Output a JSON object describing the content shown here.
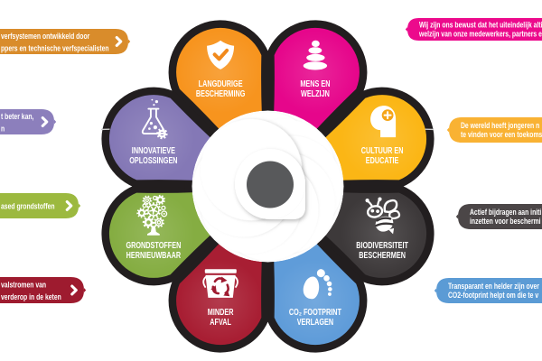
{
  "figure": {
    "type": "sustainability-flower-infographic",
    "background": "#ffffff",
    "outline_color": "#221e1f",
    "center": {
      "dot_color": "#58595b",
      "disc_color": "#ffffff"
    }
  },
  "petals": [
    {
      "id": "langdurige-bescherming",
      "label_line1": "LANGDURIGE",
      "label_line2": "BESCHERMING",
      "icon": "shield-check-icon",
      "color": "#f7941e",
      "color_dark": "#e05a0e"
    },
    {
      "id": "mens-en-welzijn",
      "label_line1": "MENS EN",
      "label_line2": "WELZIJN",
      "icon": "stacked-stones-icon",
      "color": "#e6068b",
      "color_dark": "#aa0563"
    },
    {
      "id": "cultuur-en-educatie",
      "label_line1": "CULTUUR EN",
      "label_line2": "EDUCATIE",
      "icon": "head-plus-icon",
      "color": "#fbb615",
      "color_dark": "#ee8502"
    },
    {
      "id": "biodiversiteit-beschermen",
      "label_line1": "BIODIVERSITEIT",
      "label_line2": "BESCHERMEN",
      "icon": "bee-icon",
      "color": "#3d393a",
      "color_dark": "#191617"
    },
    {
      "id": "co2-footprint-verlagen",
      "label_line1": "CO₂ FOOTPRINT",
      "label_line2": "VERLAGEN",
      "icon": "footprint-icon",
      "color": "#5f9cd9",
      "color_dark": "#253755"
    },
    {
      "id": "minder-afval",
      "label_line1": "MINDER",
      "label_line2": "AFVAL",
      "icon": "bucket-recycle-icon",
      "color": "#a81e33",
      "color_dark": "#7c1122"
    },
    {
      "id": "grondstoffen-hernieuwbaar",
      "label_line1": "GRONDSTOFFEN",
      "label_line2": "HERNIEUWBAAR",
      "icon": "gear-tree-icon",
      "color": "#85ad42",
      "color_dark": "#436f1d"
    },
    {
      "id": "innovatieve-oplossingen",
      "label_line1": "INNOVATIEVE",
      "label_line2": "OPLOSSINGEN",
      "icon": "flask-gear-icon",
      "color": "#8478b6",
      "color_dark": "#57488f"
    }
  ],
  "callouts_left": [
    {
      "id": "verfsystemen",
      "color": "#d98c2b",
      "line1": "verfsystemen ontwikkeld door",
      "line2": "ppers en technische verfspecialisten",
      "chevron_icon": "chevron-right-icon"
    },
    {
      "id": "beter-kan",
      "color": "#8c7fbc",
      "line1": "t beter kan,",
      "line2": "n",
      "chevron_icon": "chevron-right-icon"
    },
    {
      "id": "biobased",
      "color": "#9cb93f",
      "line1": "ased grondstoffen",
      "chevron_icon": "chevron-right-icon"
    },
    {
      "id": "afvalstromen",
      "color": "#9e1b2f",
      "line1": "valstromen van",
      "line2": "verderop in de keten",
      "chevron_icon": "chevron-right-icon"
    }
  ],
  "callouts_right": [
    {
      "id": "welzijn-bewust",
      "color": "#ec0a8c",
      "line1": "Wij zijn ons bewust dat het uiteindelijk alti",
      "line2": "welzijn van onze medewerkers, partners e"
    },
    {
      "id": "jongeren",
      "color": "#f9b233",
      "line1": "De wereld heeft jongeren n",
      "line2": "te vinden voor een toekoms"
    },
    {
      "id": "initiatieven",
      "color": "#4b4647",
      "line1": "Actief bijdragen aan initi",
      "line2": "inzetten voor beschermi"
    },
    {
      "id": "transparant",
      "color": "#5b9bd5",
      "line1": "Transparant en helder zijn over",
      "line2": "CO2-footprint helpt om die te v"
    }
  ]
}
